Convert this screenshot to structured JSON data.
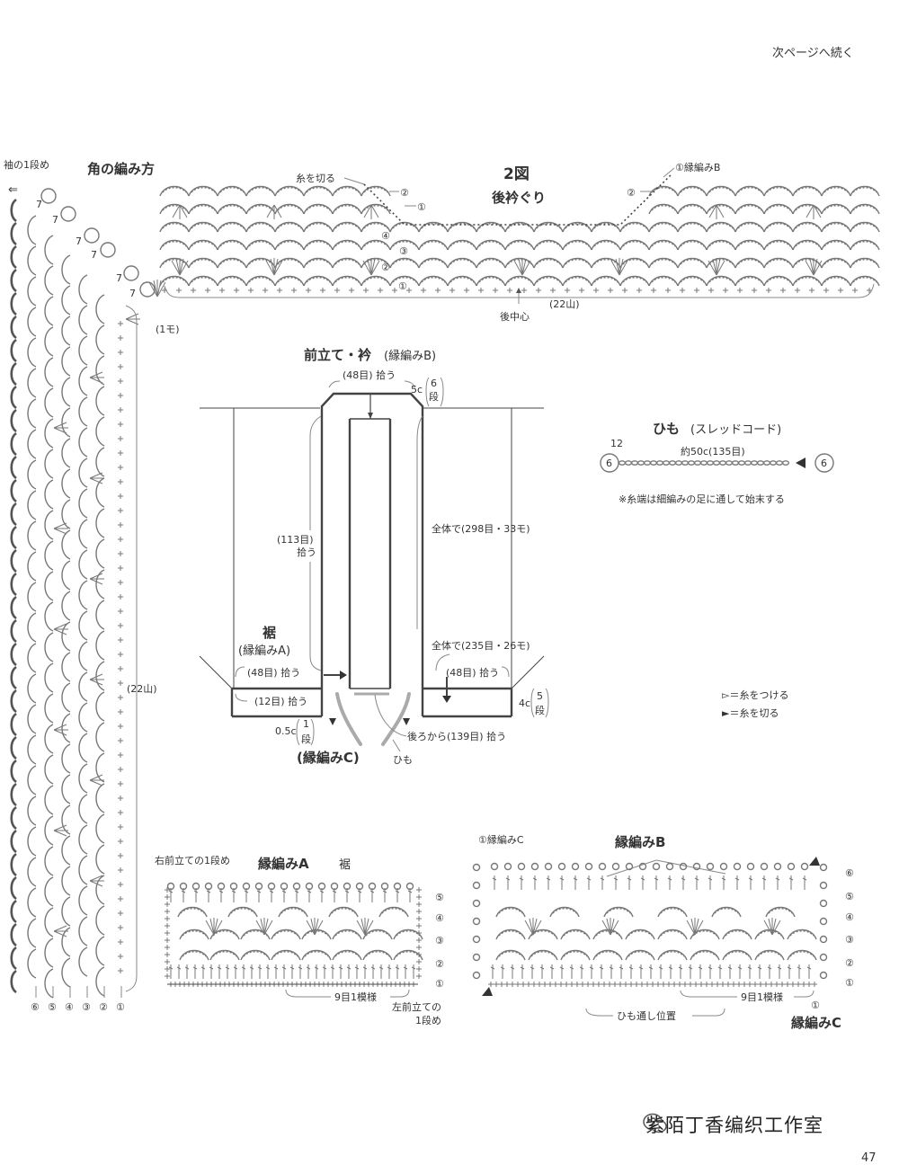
{
  "header": {
    "continue_note": "次ページへ続く"
  },
  "footer": {
    "page_number": "47",
    "watermark": "紫陌丁香编织工作室"
  },
  "corner": {
    "title": "角の編み方",
    "sleeve_row1": "袖の1段め",
    "repeat_7": "7",
    "one_mo": "(1モ)",
    "side_count": "(22山)",
    "row_numbers": [
      "⑥",
      "⑤",
      "④",
      "③",
      "②",
      "①"
    ]
  },
  "figure2": {
    "title": "2図",
    "subtitle": "後衿ぐり",
    "cut_yarn": "糸を切る",
    "edge_b_row1": "①縁編みB",
    "back_center": "後中心",
    "count": "(22山)",
    "rows_left": [
      "②",
      "①",
      "④",
      "③",
      "②",
      "①"
    ],
    "rows_right": [
      "②"
    ]
  },
  "schematic": {
    "title": "前立て・衿",
    "title_sub": "(縁編みB)",
    "pick_48_top": "(48目) 拾う",
    "rows_5c": "5c",
    "rows_6": "6",
    "dan": "段",
    "pick_113": "(113目)",
    "pick_113b": "拾う",
    "total_298": "全体で(298目・33モ)",
    "hem_title": "裾",
    "hem_sub": "(縁編みA)",
    "pick_48_left": "(48目) 拾う",
    "pick_48_right": "(48目) 拾う",
    "total_235": "全体で(235目・26モ)",
    "pick_12": "(12目) 拾う",
    "rows_4c": "4c",
    "rows_5": "5",
    "rows_05c": "0.5c",
    "rows_1": "1",
    "from_back": "後ろから(139目) 拾う",
    "edge_c": "(縁編みC)",
    "himo": "ひも"
  },
  "cord": {
    "title": "ひも",
    "title_sub": "(スレッドコード)",
    "length": "約50c(135目)",
    "num_12": "12",
    "num_6": "6",
    "note": "※糸端は細編みの足に通して始末する"
  },
  "legend": {
    "attach": "▻＝糸をつける",
    "cut": "►＝糸を切る"
  },
  "chart_a": {
    "title": "縁編みA",
    "subtitle": "裾",
    "start_note": "右前立ての1段め",
    "repeat": "9目1模様",
    "end_note": "左前立ての",
    "end_note2": "1段め",
    "rows": [
      "⑤",
      "④",
      "③",
      "②",
      "①"
    ]
  },
  "chart_b": {
    "title": "縁編みB",
    "start_note": "①縁編みC",
    "repeat": "9目1模様",
    "cord_pos": "ひも通し位置",
    "chart_c": "縁編みC",
    "rows": [
      "⑥",
      "⑤",
      "④",
      "③",
      "②",
      "①"
    ],
    "c_row": "①"
  }
}
